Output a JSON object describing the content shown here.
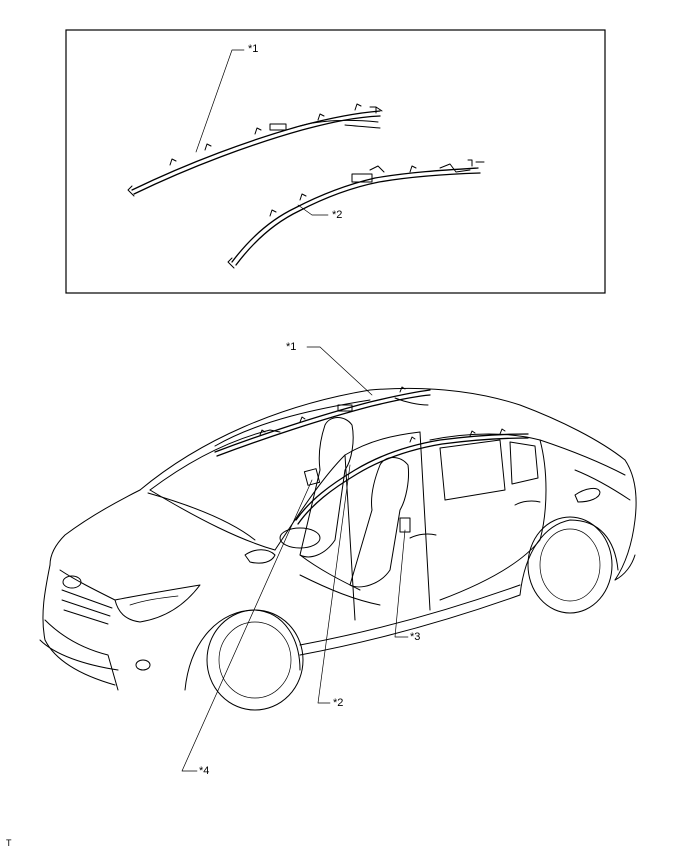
{
  "inset": {
    "callouts": {
      "c1": "*1",
      "c2": "*2"
    }
  },
  "main": {
    "callouts": {
      "c1": "*1",
      "c2": "*2",
      "c3": "*3",
      "c4": "*4"
    }
  },
  "footer": {
    "code": "T"
  }
}
